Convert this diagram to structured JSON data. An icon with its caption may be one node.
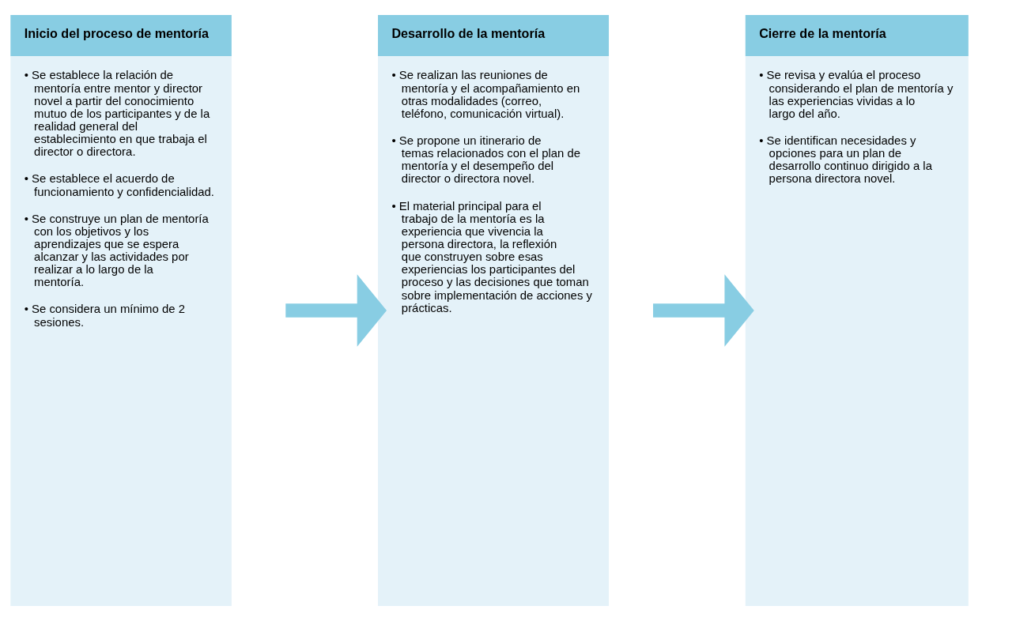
{
  "diagram": {
    "nodes": [
      {
        "text": [
          "Inicio del proceso de mentoría",
          "• Se establece la relación de mentoría entre mentor y director novel a partir del conocimiento mutuo de los participantes y de la realidad general del establecimiento en que trabaja el director o directora.",
          "• Se establece el acuerdo de funcionamiento y confidencialidad.",
          "• Se construye un plan de mentoría con los objetivos y los aprendizajes que se espera alcanzar y las actividades por realizar a lo largo de la mentoría.",
          "• Se considera un mínimo de 2 sesiones."
        ]
      },
      {
        "text": [
          "Desarrollo de la mentoría",
          "• Se realizan las reuniones de mentoría y el acompañamiento en otras modalidades (correo, teléfono, comunicación virtual).",
          "• Se propone un itinerario de temas relacionados con el plan de mentoría y el desempeño del director o directora novel.",
          "• El material principal para el trabajo de la mentoría es la experiencia que vivencia la persona directora, la reflexión que construyen sobre esas experiencias los participantes del proceso y las decisiones que toman sobre implementación de acciones y prácticas."
        ]
      },
      {
        "text": [
          "Cierre de la mentoría",
          "• Se revisa y evalúa el proceso considerando el plan de mentoría y las experiencias vividas a lo largo del año.",
          "• Se identifican necesidades y opciones para un plan de desarrollo continuo dirigido a la persona directora novel."
        ]
      }
    ],
    "edges": [
      {
        "from": 0,
        "to": 1,
        "arrow": "to"
      },
      {
        "from": 1,
        "to": 2,
        "arrow": "to"
      }
    ]
  }
}
